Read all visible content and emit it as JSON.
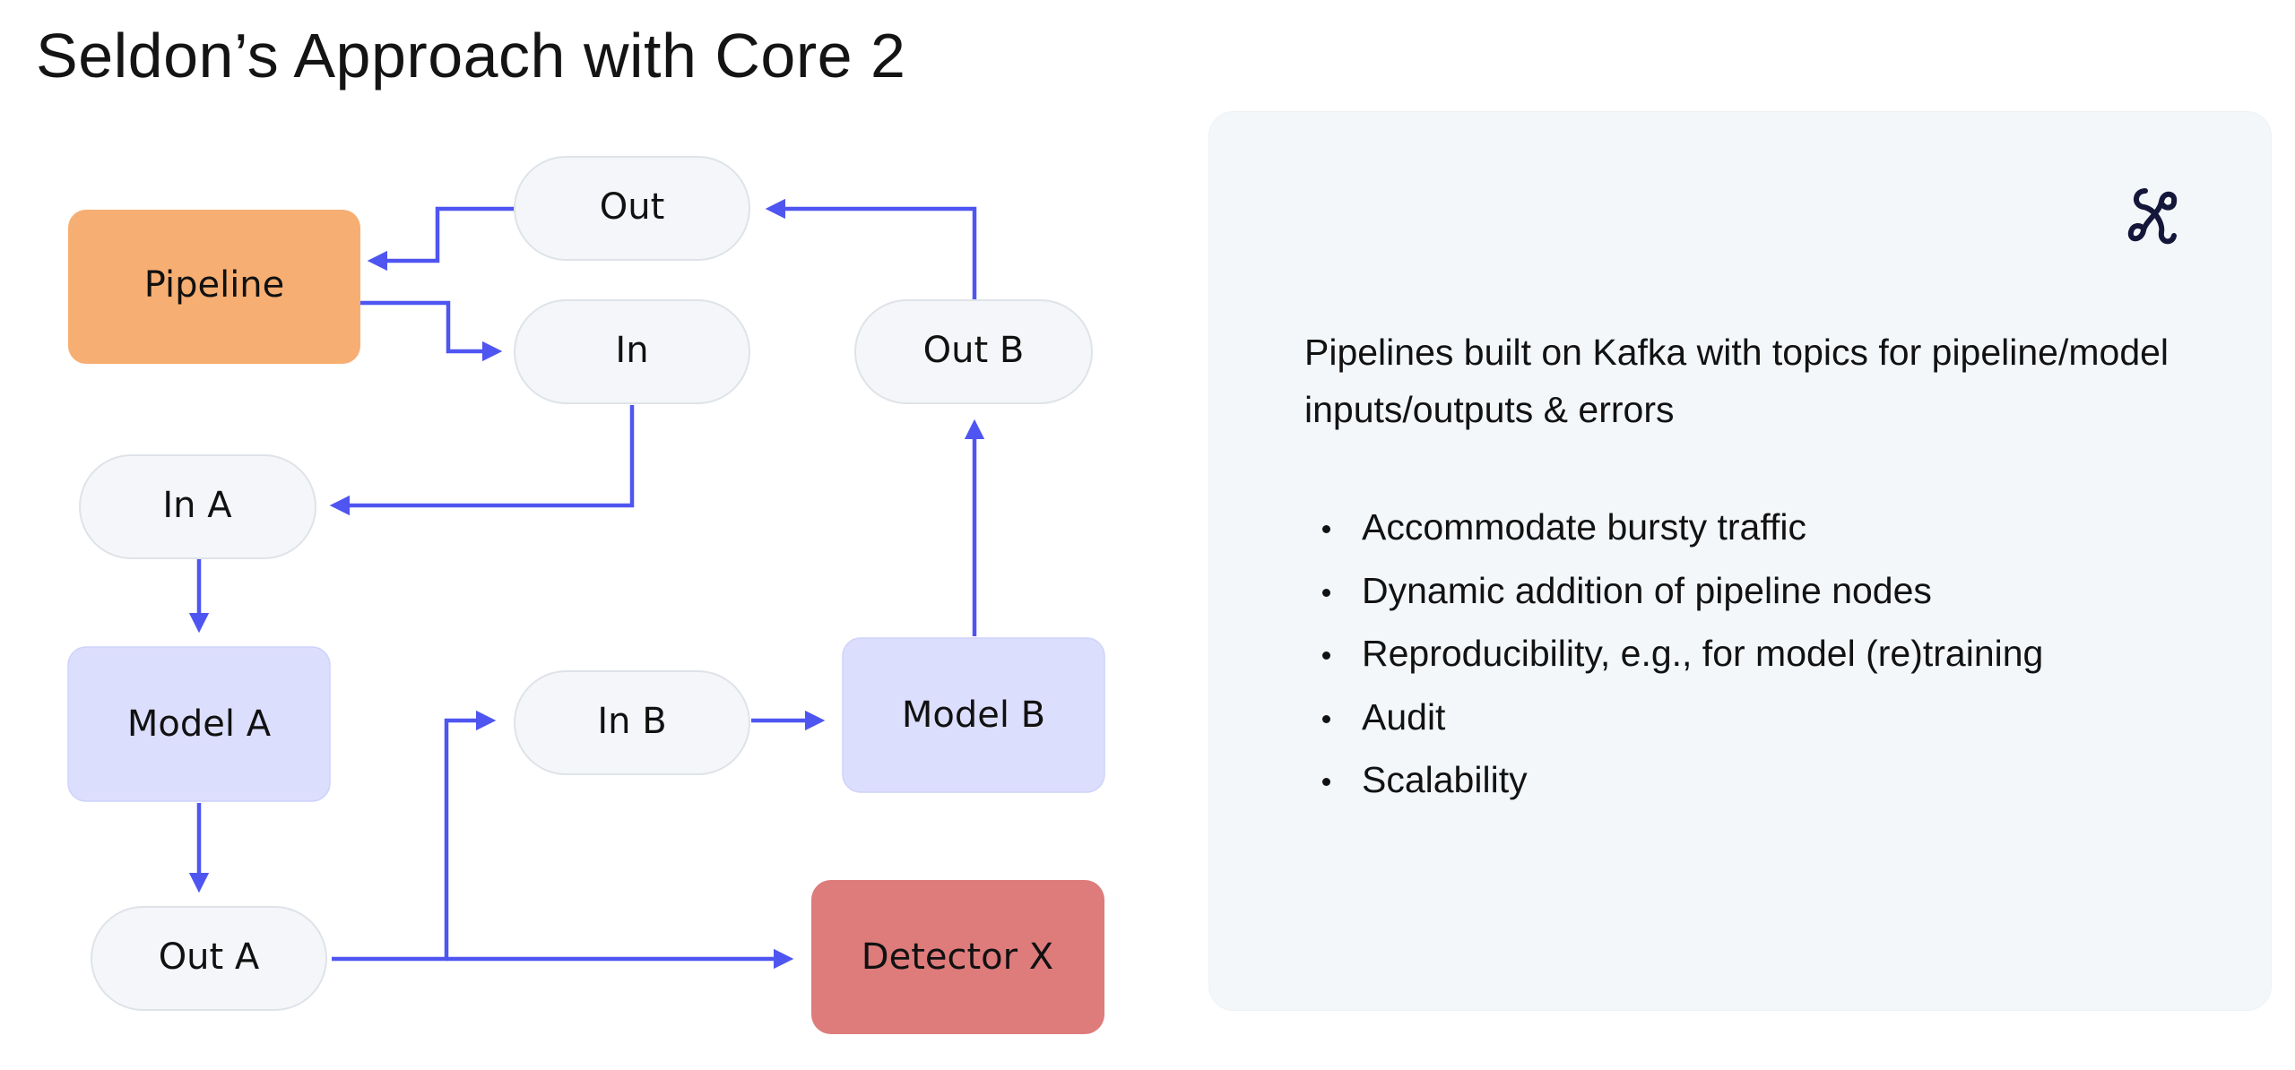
{
  "title": "Seldon’s Approach with Core 2",
  "colors": {
    "arrow": "#4f55f0",
    "pipeline": "#f7ae72",
    "model": "#dcdefd",
    "detector": "#de7b7b",
    "topic": "#f4f6f9",
    "panel": "#f4f7fa"
  },
  "diagram": {
    "nodes": {
      "pipeline": "Pipeline",
      "out": "Out",
      "in": "In",
      "in_a": "In A",
      "model_a": "Model A",
      "out_a": "Out A",
      "in_b": "In B",
      "model_b": "Model B",
      "out_b": "Out B",
      "detector_x": "Detector X"
    }
  },
  "panel": {
    "icon": "seldon-logo-icon",
    "intro": "Pipelines built on Kafka with topics for pipeline/model inputs/outputs & errors",
    "bullets": [
      "Accommodate bursty traffic",
      "Dynamic addition of pipeline nodes",
      "Reproducibility, e.g., for model (re)training",
      "Audit",
      "Scalability"
    ]
  }
}
